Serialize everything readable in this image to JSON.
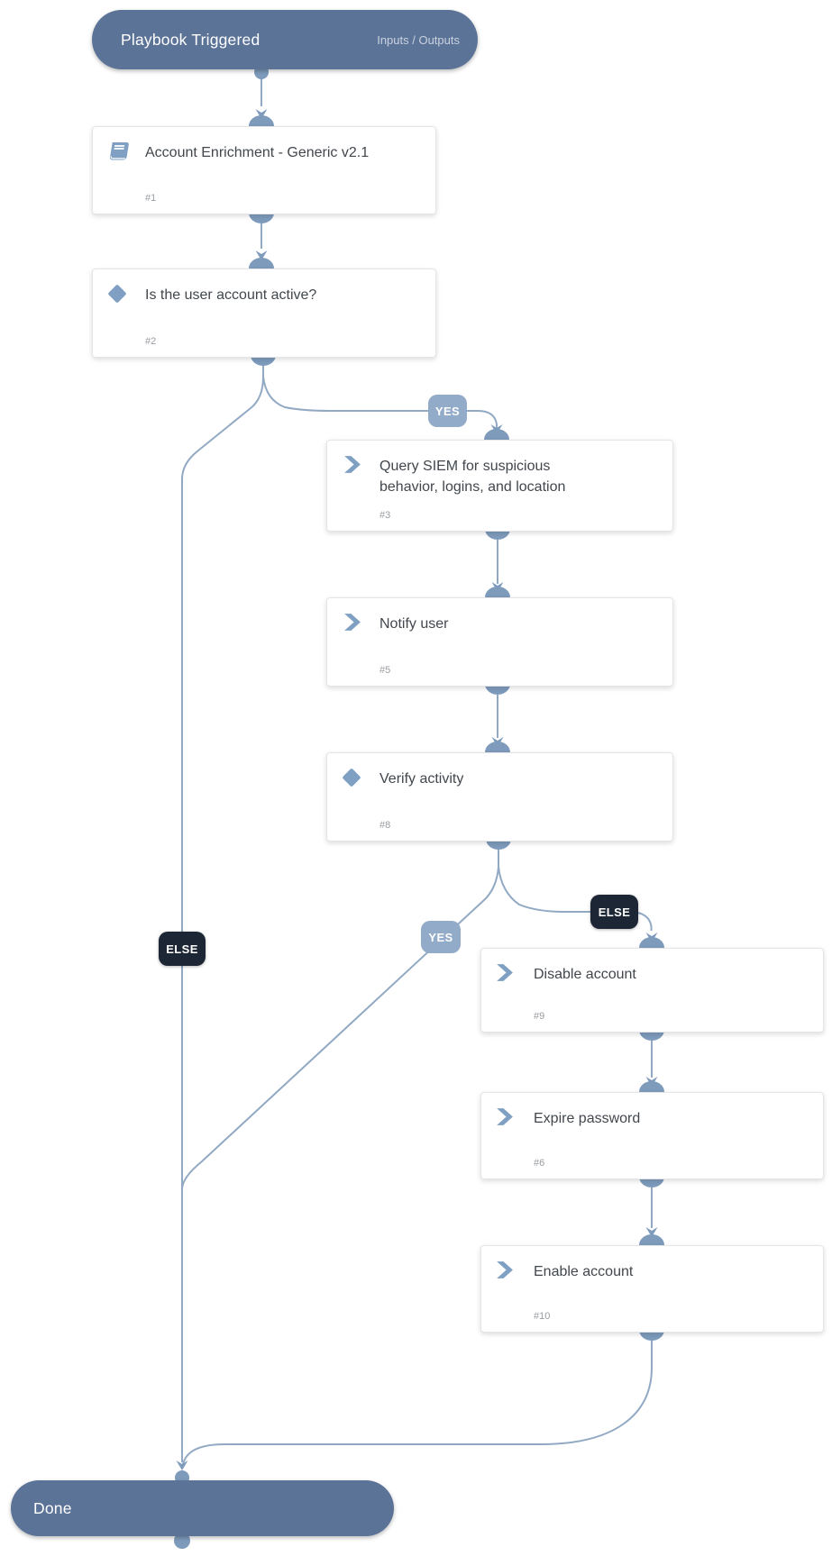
{
  "colors": {
    "node_pill": "#5c7398",
    "connector_line": "#92a9c4",
    "connector_shape": "#7e9bbc",
    "yes_label_bg": "#92abc9",
    "else_label_bg": "#1d2635",
    "icon_blue": "#7fa0c3"
  },
  "start_node": {
    "label": "Playbook Triggered",
    "io_link": "Inputs / Outputs"
  },
  "end_node": {
    "label": "Done"
  },
  "tasks": {
    "enrichment": {
      "id": "#1",
      "title": "Account Enrichment - Generic v2.1",
      "icon": "playbook-book-icon"
    },
    "is_active": {
      "id": "#2",
      "title": "Is the user account active?",
      "icon": "condition-diamond-icon"
    },
    "query_siem": {
      "id": "#3",
      "title": "Query SIEM for suspicious behavior, logins, and location",
      "icon": "task-chevron-icon"
    },
    "notify_user": {
      "id": "#5",
      "title": "Notify user",
      "icon": "task-chevron-icon"
    },
    "verify_activity": {
      "id": "#8",
      "title": "Verify activity",
      "icon": "condition-diamond-icon"
    },
    "disable_account": {
      "id": "#9",
      "title": "Disable account",
      "icon": "task-chevron-icon"
    },
    "expire_password": {
      "id": "#6",
      "title": "Expire password",
      "icon": "task-chevron-icon"
    },
    "enable_account": {
      "id": "#10",
      "title": "Enable account",
      "icon": "task-chevron-icon"
    }
  },
  "edge_labels": {
    "yes_active": "YES",
    "else_active": "ELSE",
    "yes_verify": "YES",
    "else_verify": "ELSE"
  }
}
